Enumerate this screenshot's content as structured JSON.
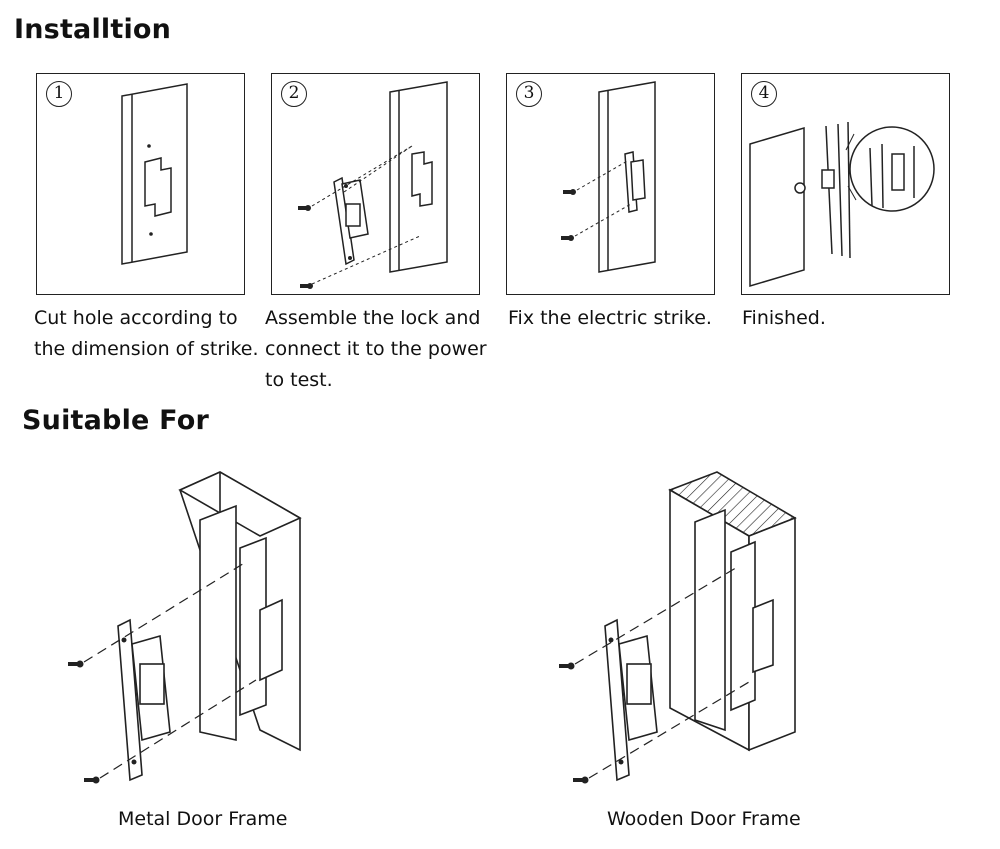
{
  "install": {
    "heading": "Installtion",
    "steps": [
      {
        "number": "1",
        "caption": "Cut hole according to\nthe dimension of strike."
      },
      {
        "number": "2",
        "caption": "Assemble the lock and\nconnect it to the power\nto test."
      },
      {
        "number": "3",
        "caption": "Fix the electric strike."
      },
      {
        "number": "4",
        "caption": "Finished."
      }
    ]
  },
  "suitable": {
    "heading": "Suitable For",
    "frames": [
      {
        "label": "Metal Door Frame",
        "icon": "metal-door-frame-icon"
      },
      {
        "label": "Wooden Door Frame",
        "icon": "wooden-door-frame-icon"
      }
    ]
  }
}
